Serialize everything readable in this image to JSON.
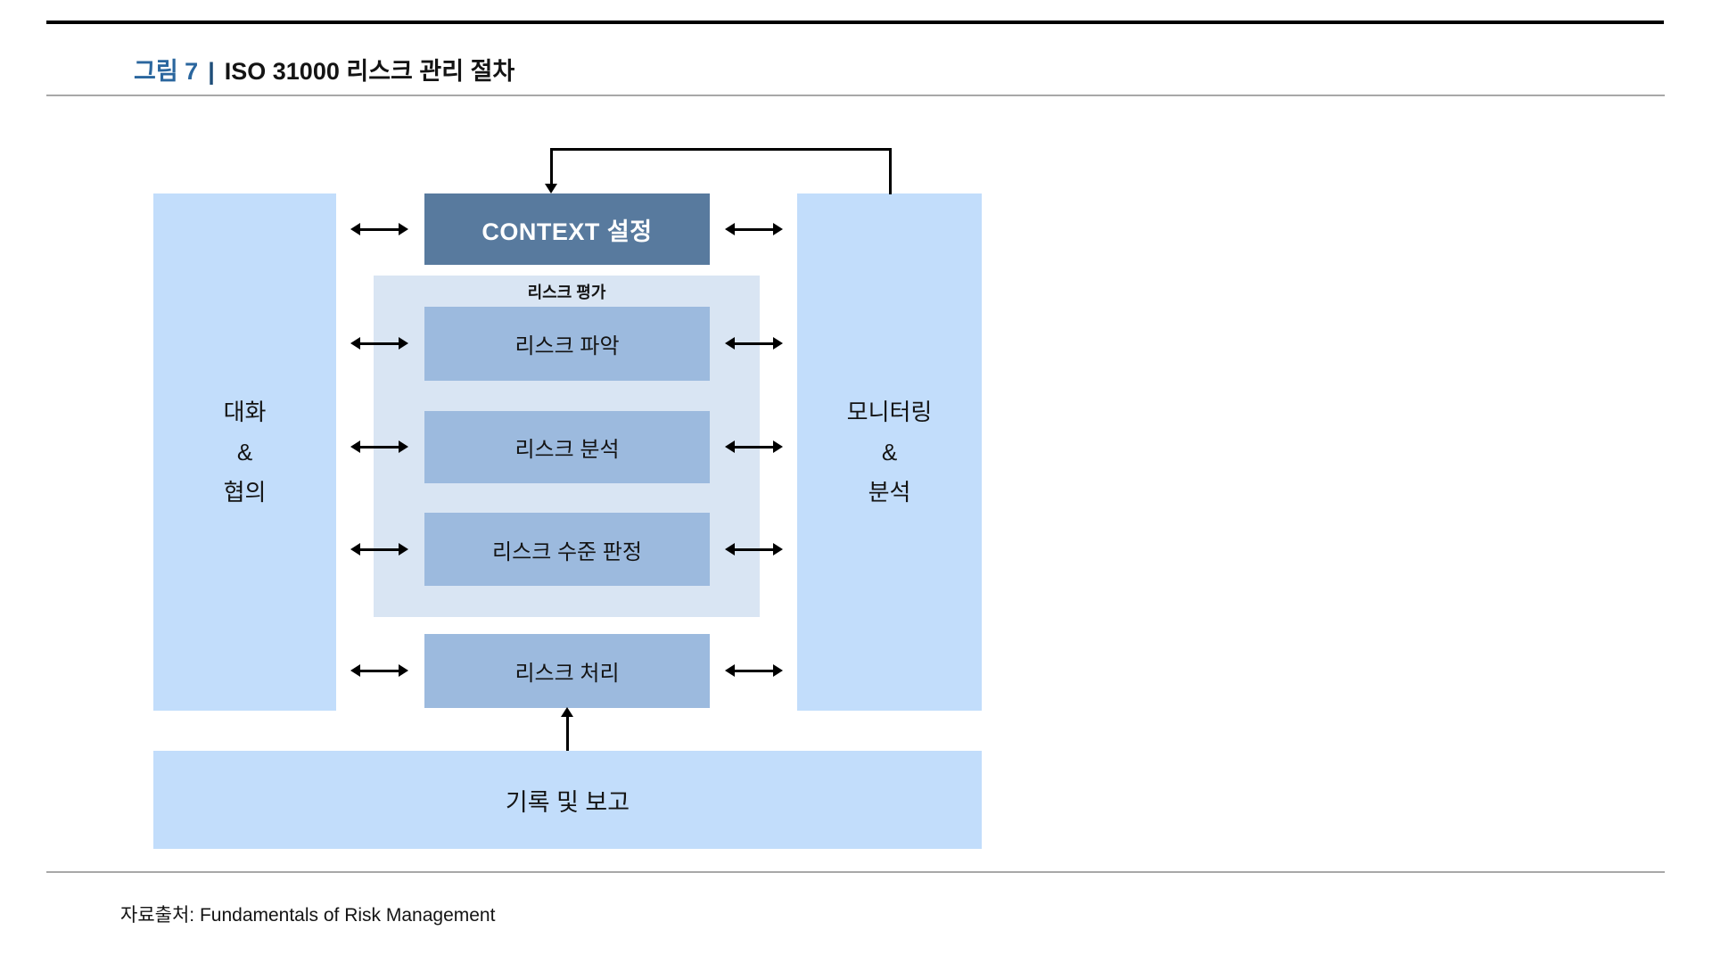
{
  "header": {
    "figure_label": "그림 7",
    "separator": "|",
    "title": "ISO 31000 리스크 관리 절차"
  },
  "diagram": {
    "left_box": {
      "lines": [
        "대화",
        "&",
        "협의"
      ]
    },
    "right_box": {
      "lines": [
        "모니터링",
        "&",
        "분석"
      ]
    },
    "context_box": {
      "label": "CONTEXT 설정"
    },
    "assessment_group": {
      "label": "리스크 평가",
      "steps": [
        "리스크 파악",
        "리스크 분석",
        "리스크 수준 판정"
      ]
    },
    "treatment_box": {
      "label": "리스크 처리"
    },
    "record_box": {
      "label": "기록 및 보고"
    }
  },
  "footer": {
    "source": "자료출처: Fundamentals of Risk Management"
  },
  "colors": {
    "figure_label_blue": "#2a669e",
    "separator_blue": "#1f4e79",
    "title_color": "#141414",
    "text_color": "#141414",
    "side_box": "#c2ddfb",
    "group_bg": "#d9e5f3",
    "step_box": "#9cbade",
    "context_box": "#587a9e",
    "context_text": "#ffffff",
    "arrow": "#000000",
    "rule_gray": "#a8a8a8"
  }
}
